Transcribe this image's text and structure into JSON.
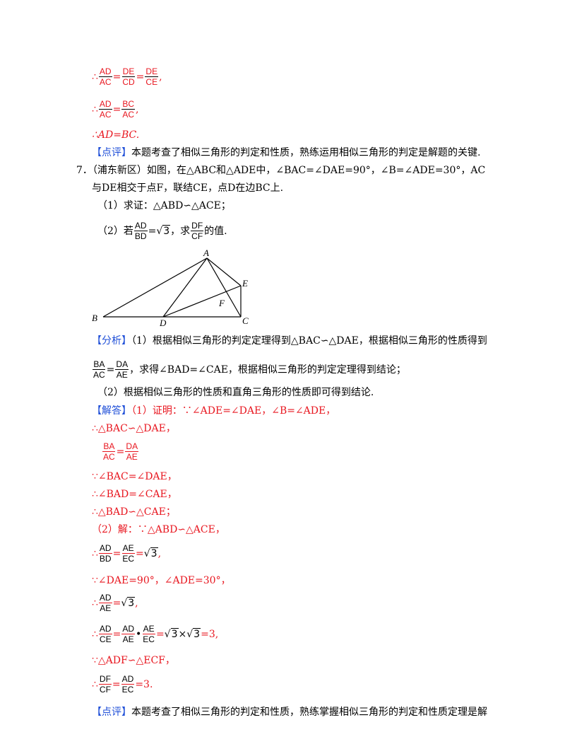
{
  "top": {
    "therefore": "∴",
    "l1": {
      "a_num": "AD",
      "a_den": "AC",
      "eq": "=",
      "b_num": "DE",
      "b_den": "CD",
      "eq2": "=",
      "c_num": "DE",
      "c_den": "CE",
      "comma": ","
    },
    "l2": {
      "a_num": "AD",
      "a_den": "AC",
      "eq": "=",
      "b_num": "BC",
      "b_den": "AC",
      "comma": ","
    },
    "l3": "∴AD=BC.",
    "comment_tag": "【点评】",
    "comment": "本题考查了相似三角形的判定和性质，熟练运用相似三角形的判定是解题的关键."
  },
  "problem": {
    "number": "7．",
    "line1": "（浦东新区）如图，在△ABC和△ADE中，∠BAC=∠DAE=90°，∠B=∠ADE=30°，AC",
    "line2": "与DE相交于点F，联结CE，点D在边BC上.",
    "part1": "（1）求证：△ABD∽△ACE；",
    "part2_pre": "（2）若",
    "part2_num": "AD",
    "part2_den": "BD",
    "part2_eq": "=",
    "part2_sqrt": "3",
    "part2_mid": "，求",
    "part2_num2": "DF",
    "part2_den2": "CF",
    "part2_post": "的值."
  },
  "figure": {
    "A": "A",
    "B": "B",
    "C": "C",
    "D": "D",
    "E": "E",
    "F": "F"
  },
  "analysis": {
    "tag": "【分析】",
    "l1": "（1）根据相似三角形的判定定理得到△BAC∽△DAE，根据相似三角形的性质得到",
    "f_num1": "BA",
    "f_den1": "AC",
    "f_eq": "=",
    "f_num2": "DA",
    "f_den2": "AE",
    "l2_post": "，求得∠BAD=∠CAE，根据相似三角形的判定定理得到结论；",
    "l3": "（2）根据相似三角形的性质和直角三角形的性质即可得到结论."
  },
  "solution": {
    "tag": "【解答】",
    "s1": "（1）证明：∵∠ADE=∠DAE，∠B=∠ADE，",
    "s2": "∴△BAC∽△DAE，",
    "s3_num1": "BA",
    "s3_den1": "AC",
    "s3_eq": "=",
    "s3_num2": "DA",
    "s3_den2": "AE",
    "s4": "∵∠BAC=∠DAE，",
    "s5": "∴∠BAD=∠CAE，",
    "s6": "∴△BAD∽△CAE；",
    "s7": "（2）解：∵△ABD∽△ACE，",
    "s8": {
      "t": "∴",
      "n1": "AD",
      "d1": "BD",
      "eq": "=",
      "n2": "AE",
      "d2": "EC",
      "eq2": "=",
      "sq": "3",
      "end": ","
    },
    "s9": "∵∠DAE=90°，∠ADE=30°，",
    "s10": {
      "t": "∴",
      "n1": "AD",
      "d1": "AE",
      "eq": "=",
      "sq": "3",
      "end": ","
    },
    "s11": {
      "t": "∴",
      "n1": "AD",
      "d1": "CE",
      "eq": "=",
      "n2": "AD",
      "d2": "AE",
      "dot": "•",
      "n3": "AE",
      "d3": "EC",
      "eq2": "=",
      "sq1": "3",
      "times": "×",
      "sq2": "3",
      "eq3": "=3,"
    },
    "s12": "∵△ADF∽△ECF，",
    "s13": {
      "t": "∴",
      "n1": "DF",
      "d1": "CF",
      "eq": "=",
      "n2": "AD",
      "d2": "EC",
      "eq2": "=3."
    }
  },
  "footer": {
    "tag": "【点评】",
    "text": "本题考查了相似三角形的判定和性质，熟练掌握相似三角形的判定和性质定理是解"
  }
}
